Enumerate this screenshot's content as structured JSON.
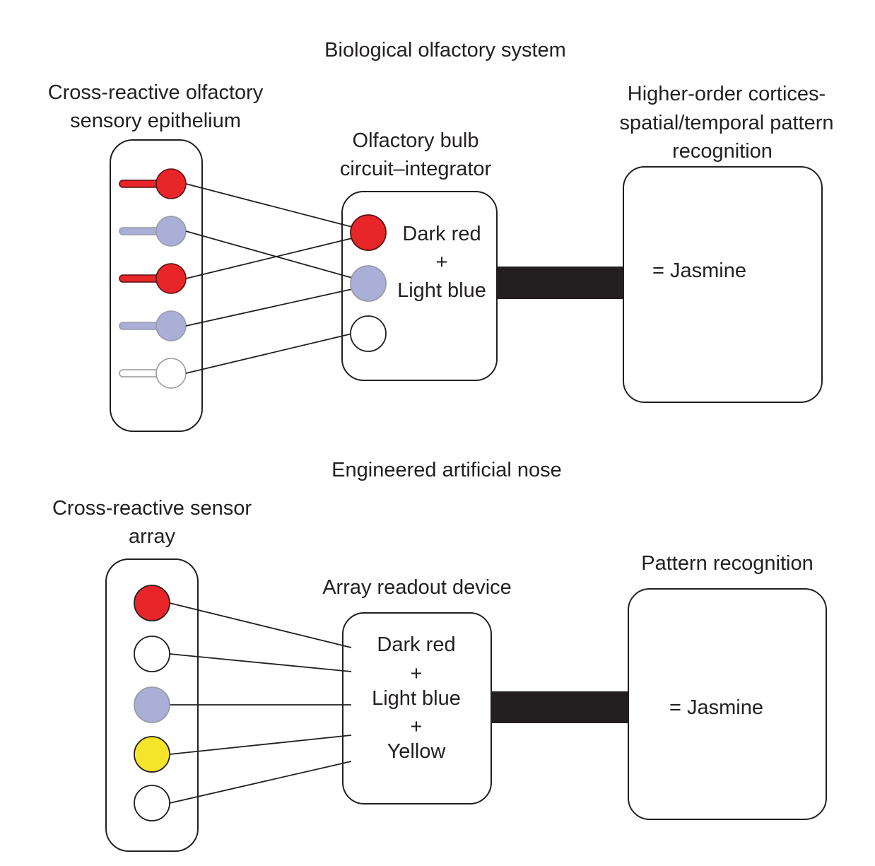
{
  "colors": {
    "dark_red": "#e8262a",
    "dark_red_stroke": "#5a1010",
    "light_blue": "#a9afd6",
    "light_blue_stroke": "#9a9aa8",
    "yellow": "#f5e52a",
    "white": "#ffffff",
    "white_stroke": "#999999",
    "ink": "#231f20"
  },
  "biological": {
    "title": "Biological olfactory system",
    "epithelium_label": [
      "Cross-reactive olfactory",
      "sensory epithelium"
    ],
    "receptors": [
      "dark_red",
      "light_blue",
      "dark_red",
      "light_blue",
      "white"
    ],
    "bulb_label": [
      "Olfactory bulb",
      "circuit–integrator"
    ],
    "glomeruli": [
      "dark_red",
      "light_blue",
      "white"
    ],
    "connections": [
      [
        0,
        0
      ],
      [
        1,
        1
      ],
      [
        2,
        0
      ],
      [
        3,
        1
      ],
      [
        4,
        2
      ]
    ],
    "bulb_text": [
      "Dark red",
      "+",
      "Light blue"
    ],
    "cortex_label": [
      "Higher-order cortices-",
      "spatial/temporal pattern",
      "recognition"
    ],
    "result": "= Jasmine"
  },
  "engineered": {
    "title": "Engineered artificial nose",
    "array_label": [
      "Cross-reactive sensor",
      "array"
    ],
    "sensors": [
      "dark_red",
      "white",
      "light_blue",
      "yellow",
      "white"
    ],
    "readout_label": "Array readout device",
    "readout_text": [
      "Dark red",
      "+",
      "Light blue",
      "+",
      "Yellow"
    ],
    "recognition_label": "Pattern recognition",
    "result": "= Jasmine"
  }
}
